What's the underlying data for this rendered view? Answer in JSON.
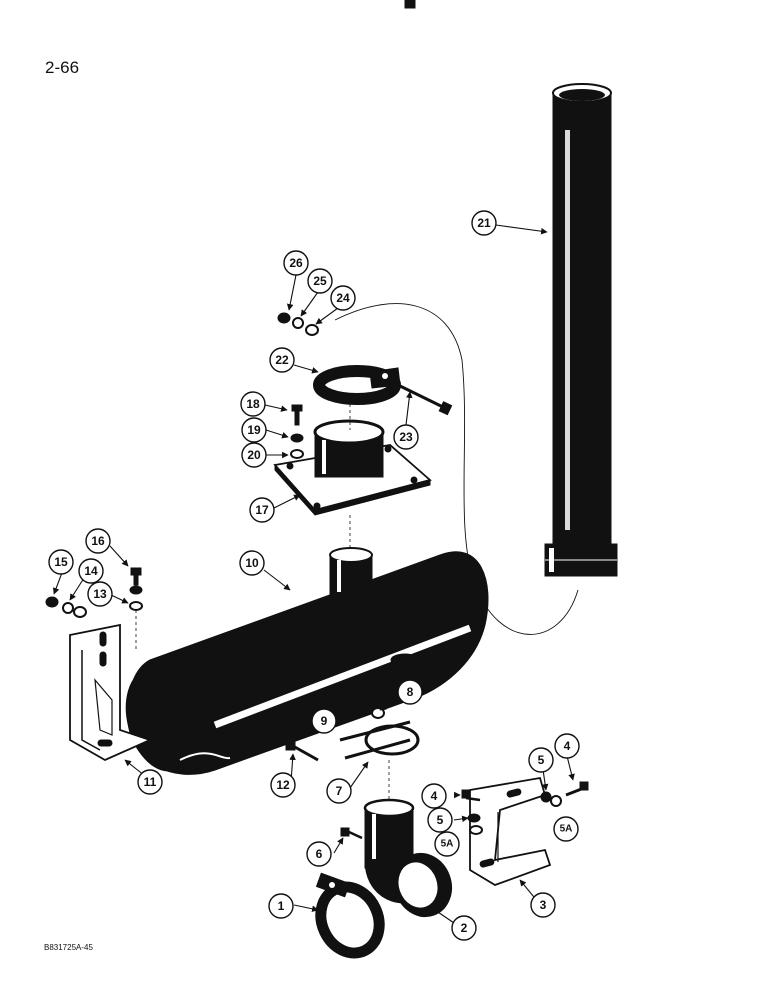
{
  "page": {
    "page_number": "2-66",
    "figure_id": "B831725A-45"
  },
  "callouts": [
    "1",
    "2",
    "3",
    "4",
    "4",
    "5",
    "5",
    "5A",
    "5A",
    "6",
    "7",
    "8",
    "9",
    "10",
    "11",
    "12",
    "13",
    "14",
    "15",
    "16",
    "17",
    "18",
    "19",
    "20",
    "21",
    "22",
    "23",
    "24",
    "25",
    "26"
  ],
  "colors": {
    "ink": "#111111",
    "paper": "#ffffff"
  }
}
